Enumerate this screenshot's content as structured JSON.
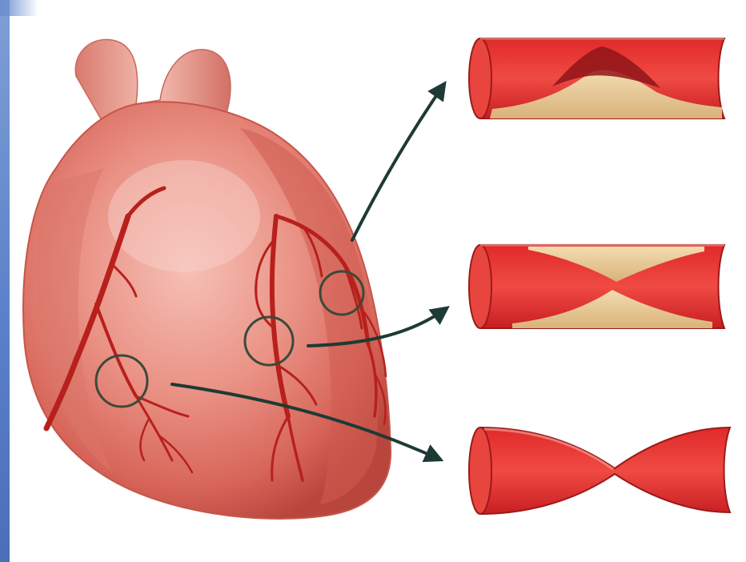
{
  "scene": {
    "subject": "coronary-artery-disease-illustration",
    "colors": {
      "background": "#ffffff",
      "heart": "#e98b7e",
      "heart_shadow": "#c9544a",
      "artery": "#b8201c",
      "plaque": "#e5c48e",
      "arrow": "#1d3b34",
      "left_band": "#5b82c9"
    },
    "magnifier_count": 3,
    "vessel_panels": [
      {
        "id": "panel-top",
        "state": "plaque-with-clot"
      },
      {
        "id": "panel-middle",
        "state": "plaque-narrowing"
      },
      {
        "id": "panel-bottom",
        "state": "spasm-constriction"
      }
    ]
  }
}
